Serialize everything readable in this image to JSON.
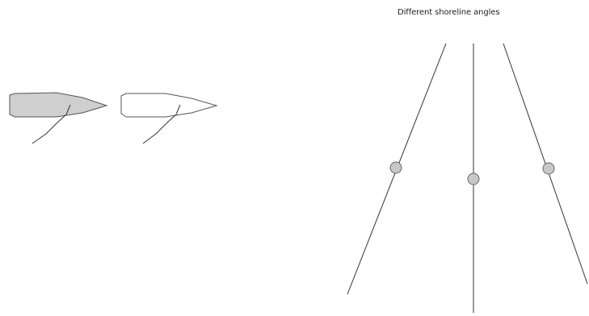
{
  "diagram": {
    "title": "Different shoreline angles",
    "colors": {
      "stroke": "#333333",
      "boat_filled": "#cfcfcf",
      "boat_outline": "#ffffff",
      "marker_fill": "#c8c8c8",
      "marker_stroke": "#666666"
    },
    "boats": [
      {
        "name": "filled-boat",
        "style": "filled"
      },
      {
        "name": "outline-boat",
        "style": "outline"
      }
    ],
    "shorelines": [
      {
        "name": "left-angled-shoreline",
        "angle": "leaning-right"
      },
      {
        "name": "vertical-shoreline",
        "angle": "vertical"
      },
      {
        "name": "right-angled-shoreline",
        "angle": "leaning-left"
      }
    ]
  }
}
